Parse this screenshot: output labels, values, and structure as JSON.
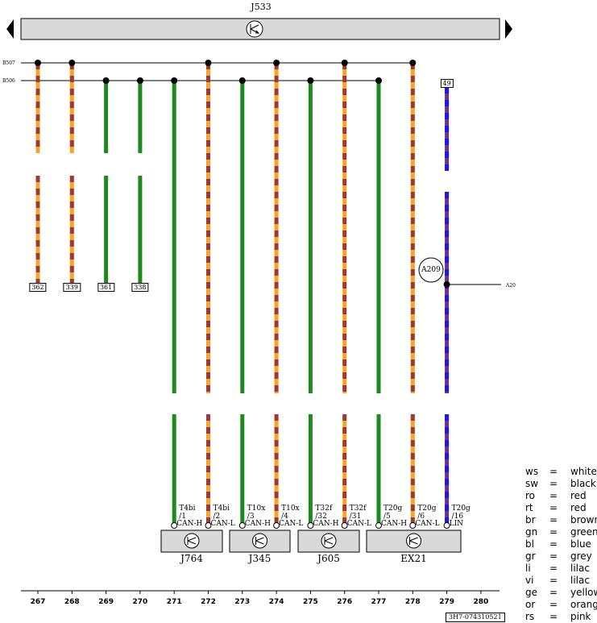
{
  "header": {
    "module": "J533"
  },
  "buses": [
    {
      "name": "B507"
    },
    {
      "name": "B506"
    }
  ],
  "wires": [
    {
      "col": 267,
      "size": "0.35",
      "color_code": "or/br",
      "colors": [
        "#f5a623",
        "#a0373a"
      ],
      "bus": "B507",
      "target": "362"
    },
    {
      "col": 268,
      "size": "0.35",
      "color_code": "or/br",
      "colors": [
        "#f5a623",
        "#a0373a"
      ],
      "bus": "B507",
      "target": "339"
    },
    {
      "col": 269,
      "size": "0.35",
      "color_code": "gn",
      "colors": [
        "#1d8a1d"
      ],
      "bus": "B506",
      "target": "361"
    },
    {
      "col": 270,
      "size": "0.35",
      "color_code": "gn",
      "colors": [
        "#1d8a1d"
      ],
      "bus": "B506",
      "target": "338"
    },
    {
      "col": 271,
      "size": "0.35",
      "color_code": "gn",
      "colors": [
        "#1d8a1d"
      ],
      "bus": "B506",
      "pin": [
        "T4bi",
        "/1"
      ],
      "signal": "CAN-H"
    },
    {
      "col": 272,
      "size": "0.35",
      "color_code": "or/br",
      "colors": [
        "#f5a623",
        "#a0373a"
      ],
      "bus": "B507",
      "pin": [
        "T4bi",
        "/2"
      ],
      "signal": "CAN-L"
    },
    {
      "col": 273,
      "size": "0.35",
      "color_code": "gn",
      "colors": [
        "#1d8a1d"
      ],
      "bus": "B506",
      "pin": [
        "T10x",
        "/3"
      ],
      "signal": "CAN-H"
    },
    {
      "col": 274,
      "size": "0.35",
      "color_code": "or/br",
      "colors": [
        "#f5a623",
        "#a0373a"
      ],
      "bus": "B507",
      "pin": [
        "T10x",
        "/4"
      ],
      "signal": "CAN-L"
    },
    {
      "col": 275,
      "size": "0.35",
      "color_code": "gn",
      "colors": [
        "#1d8a1d"
      ],
      "bus": "B506",
      "pin": [
        "T32f",
        "/32"
      ],
      "signal": "CAN-H"
    },
    {
      "col": 276,
      "size": "0.35",
      "color_code": "or/br",
      "colors": [
        "#f5a623",
        "#a0373a"
      ],
      "bus": "B507",
      "pin": [
        "T32f",
        "/31"
      ],
      "signal": "CAN-L"
    },
    {
      "col": 277,
      "size": "0.35",
      "color_code": "gn",
      "colors": [
        "#1d8a1d"
      ],
      "bus": "B506",
      "pin": [
        "T20g",
        "/5"
      ],
      "signal": "CAN-H"
    },
    {
      "col": 278,
      "size": "0.35",
      "color_code": "or/br",
      "colors": [
        "#f5a623",
        "#a0373a"
      ],
      "bus": "B507",
      "pin": [
        "T20g",
        "/6"
      ],
      "signal": "CAN-L"
    },
    {
      "col": 279,
      "size": "0.35",
      "color_code": "vi/bl",
      "colors": [
        "#7a2a8a",
        "#1a1ae6"
      ],
      "source": "49",
      "pin": [
        "T20g",
        "/16"
      ],
      "signal": "LIN",
      "splice": "A209",
      "splice_dest": "A20"
    }
  ],
  "ecus": [
    {
      "name": "J764"
    },
    {
      "name": "J345"
    },
    {
      "name": "J605"
    },
    {
      "name": "EX21"
    }
  ],
  "columns": [
    "267",
    "268",
    "269",
    "270",
    "271",
    "272",
    "273",
    "274",
    "275",
    "276",
    "277",
    "278",
    "279",
    "280"
  ],
  "legend": [
    {
      "abbr": "ws",
      "name": "white"
    },
    {
      "abbr": "sw",
      "name": "black"
    },
    {
      "abbr": "ro",
      "name": "red"
    },
    {
      "abbr": "rt",
      "name": "red"
    },
    {
      "abbr": "br",
      "name": "brown"
    },
    {
      "abbr": "gn",
      "name": "green"
    },
    {
      "abbr": "bl",
      "name": "blue"
    },
    {
      "abbr": "gr",
      "name": "grey"
    },
    {
      "abbr": "li",
      "name": "lilac"
    },
    {
      "abbr": "vi",
      "name": "lilac"
    },
    {
      "abbr": "ge",
      "name": "yellow"
    },
    {
      "abbr": "or",
      "name": "orange"
    },
    {
      "abbr": "rs",
      "name": "pink"
    }
  ],
  "legend_eq": "=",
  "footer_code": "3H7-074310521"
}
